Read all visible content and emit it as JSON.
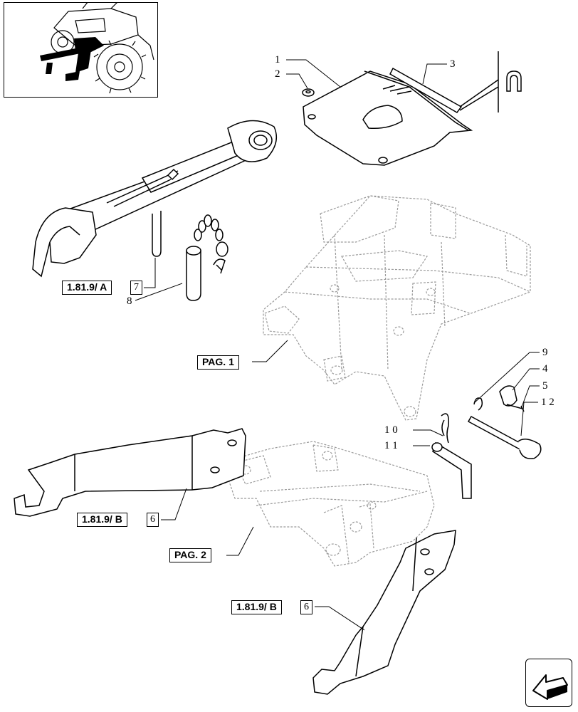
{
  "callouts": {
    "c1": "1",
    "c2": "2",
    "c3": "3",
    "c4": "4",
    "c5": "5",
    "c8": "8",
    "c9": "9",
    "c10": "1 0",
    "c11": "1 1",
    "c12": "1 2"
  },
  "references": {
    "top_link": {
      "label": "1.81.9/ A",
      "item": "7"
    },
    "page1": {
      "label": "PAG. 1"
    },
    "lower_link_left": {
      "label": "1.81.9/ B",
      "item": "6"
    },
    "page2": {
      "label": "PAG. 2"
    },
    "lower_link_right": {
      "label": "1.81.9/ B",
      "item": "6"
    }
  },
  "icons": {
    "thumbnail": "tractor-location-thumbnail",
    "navigation": "back-arrow-icon"
  },
  "colors": {
    "line": "#000000",
    "ghost_outline": "#9a9a9a",
    "background": "#ffffff"
  }
}
